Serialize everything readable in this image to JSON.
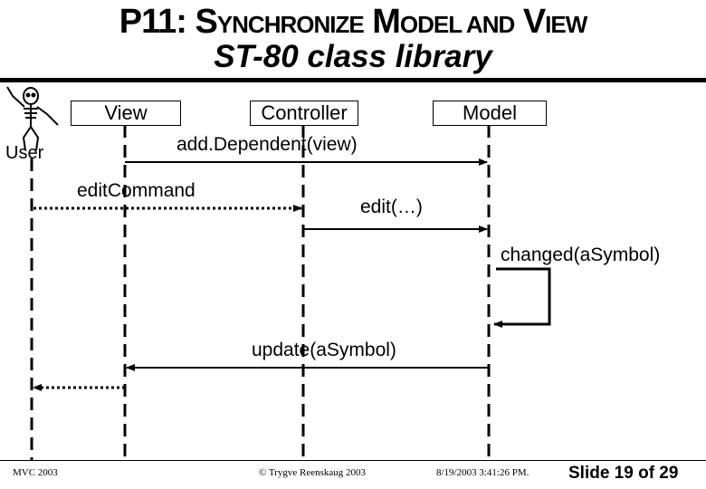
{
  "title": {
    "line1_prefix": "P11: S",
    "line1_sc1": "YNCHRONIZE",
    "line1_m": " M",
    "line1_sc2": "ODEL AND",
    "line1_v": " V",
    "line1_sc3": "IEW",
    "line2": "ST-80 class library"
  },
  "actors": {
    "user": "User",
    "view": "View",
    "controller": "Controller",
    "model": "Model"
  },
  "messages": {
    "add_dependent": "add.Dependent(view)",
    "edit_command": "editCommand",
    "edit": "edit(…)",
    "changed": "changed(aSymbol)",
    "update": "update(aSymbol)"
  },
  "footer": {
    "left": "MVC 2003",
    "center": "© Trygve Reenskaug 2003",
    "date": "8/19/2003 3:41:26 PM.",
    "slide": "Slide 19 of 29"
  }
}
